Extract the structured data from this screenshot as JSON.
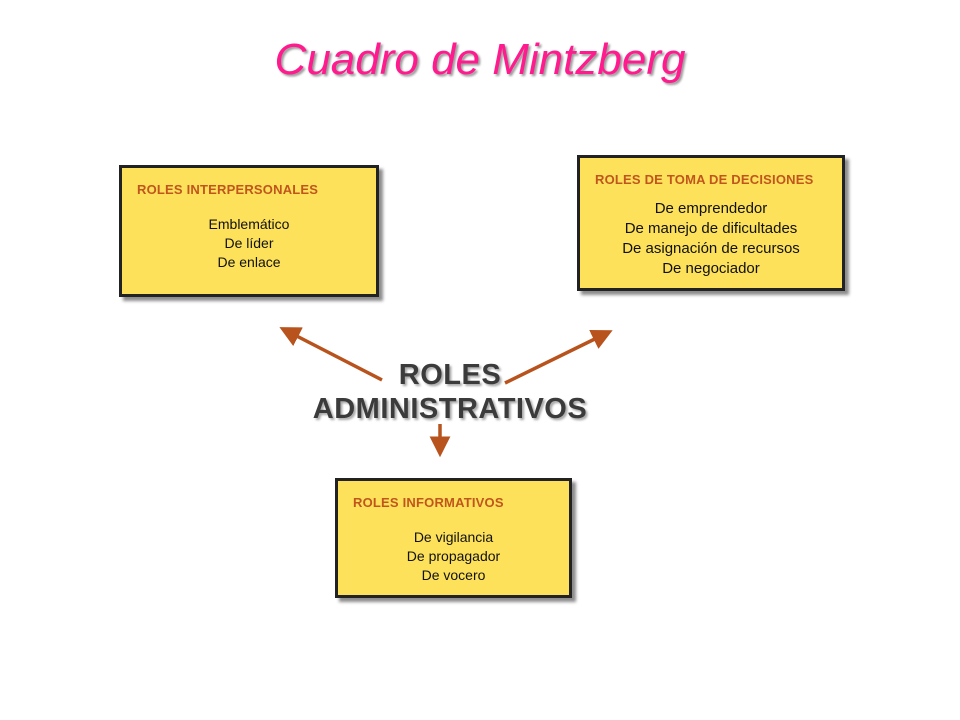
{
  "title": "Cuadro de Mintzberg",
  "center": {
    "line1": "ROLES",
    "line2": "ADMINISTRATIVOS"
  },
  "boxes": {
    "interpersonal": {
      "heading": "ROLES INTERPERSONALES",
      "items": [
        "Emblemático",
        "De líder",
        "De enlace"
      ]
    },
    "decisions": {
      "heading": "ROLES DE TOMA DE DECISIONES",
      "items": [
        "De emprendedor",
        "De manejo de dificultades",
        "De asignación de recursos",
        "De negociador"
      ]
    },
    "informative": {
      "heading": "ROLES INFORMATIVOS",
      "items": [
        "De vigilancia",
        "De propagador",
        "De vocero"
      ]
    }
  },
  "colors": {
    "title": "#ff1b8d",
    "box_fill": "#fde15a",
    "heading": "#c0561d",
    "arrow": "#b9531d"
  }
}
